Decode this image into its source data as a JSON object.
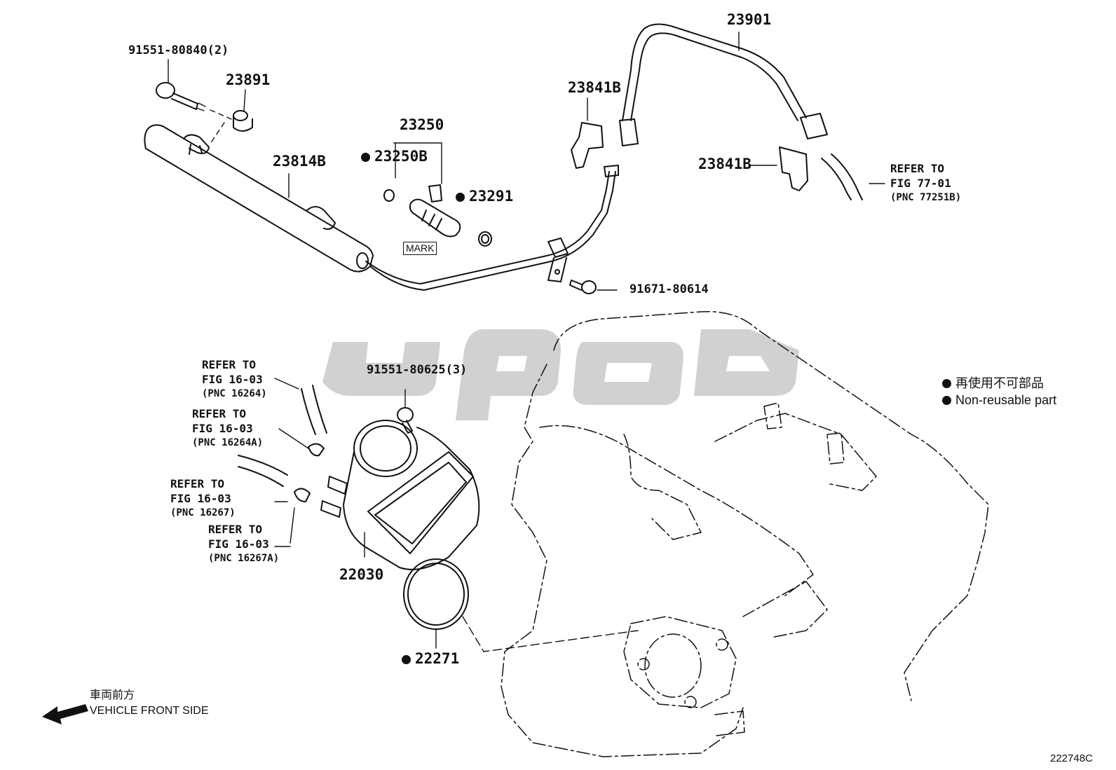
{
  "parts": {
    "p91551_80840": "91551-80840(2)",
    "p23891": "23891",
    "p23814B": "23814B",
    "p23250": "23250",
    "p23250B": "23250B",
    "p23291": "23291",
    "p23841B_upper": "23841B",
    "p23841B_lower": "23841B",
    "p23901": "23901",
    "p91671_80614": "91671-80614",
    "p91551_80625": "91551-80625(3)",
    "p22030": "22030",
    "p22271": "22271"
  },
  "mark_label": "MARK",
  "references": {
    "ref_77_01": {
      "line1": "REFER TO",
      "line2": "FIG 77-01",
      "line3": "(PNC 77251B)"
    },
    "ref_16264": {
      "line1": "REFER TO",
      "line2": "FIG 16-03",
      "line3": "(PNC 16264)"
    },
    "ref_16264A": {
      "line1": "REFER TO",
      "line2": "FIG 16-03",
      "line3": "(PNC 16264A)"
    },
    "ref_16267": {
      "line1": "REFER TO",
      "line2": "FIG 16-03",
      "line3": "(PNC 16267)"
    },
    "ref_16267A": {
      "line1": "REFER TO",
      "line2": "FIG 16-03",
      "line3": "(PNC 16267A)"
    }
  },
  "legend": {
    "non_reusable_jp": "再使用不可部品",
    "non_reusable_en": "Non-reusable part"
  },
  "direction": {
    "jp": "車両前方",
    "en": "VEHICLE FRONT SIDE"
  },
  "figure_id": "222748C",
  "colors": {
    "ink": "#111111",
    "watermark": "#c9c9c9",
    "background": "#ffffff"
  }
}
